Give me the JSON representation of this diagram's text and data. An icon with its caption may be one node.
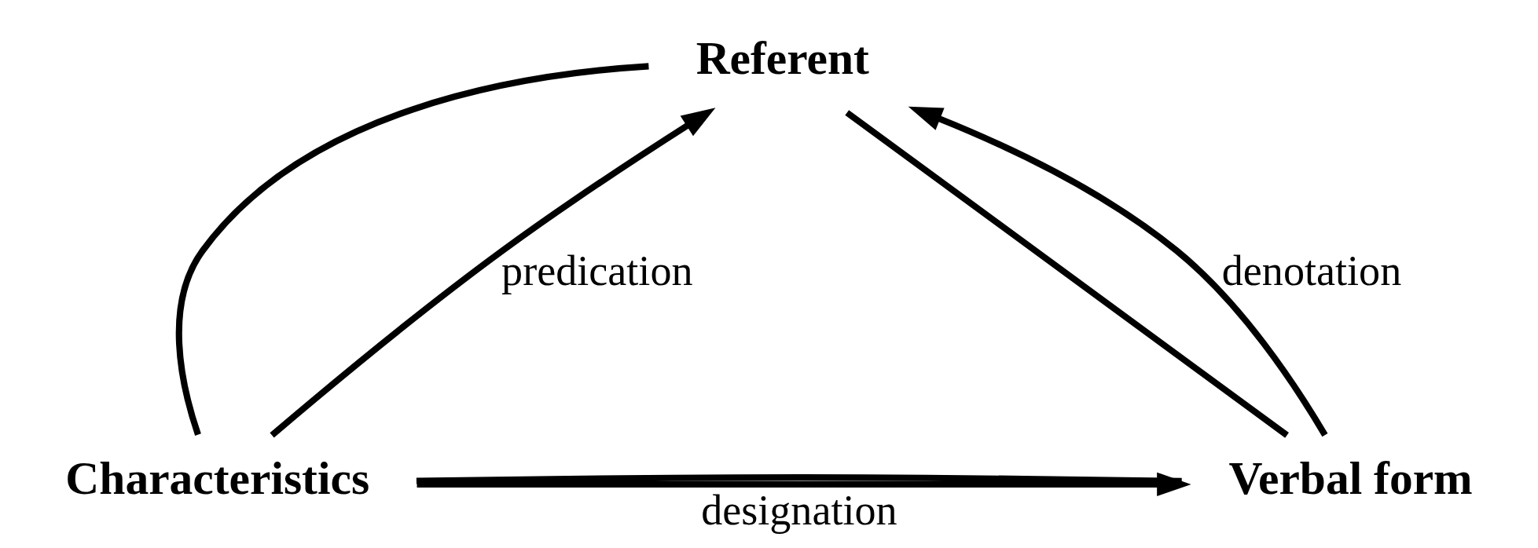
{
  "diagram": {
    "nodes": [
      {
        "text": [
          "Referent"
        ]
      },
      {
        "text": [
          "Characteristics"
        ]
      },
      {
        "text": [
          "Verbal form"
        ]
      }
    ],
    "edges": [
      {
        "from": 1,
        "to": 0,
        "arrow": "none"
      },
      {
        "from": 2,
        "to": 0,
        "arrow": "none"
      },
      {
        "from": 1,
        "to": 2,
        "arrow": "none"
      },
      {
        "from": 1,
        "to": 0,
        "arrow": "to",
        "label": "predication"
      },
      {
        "from": 2,
        "to": 0,
        "arrow": "to",
        "label": "denotation"
      },
      {
        "from": 1,
        "to": 2,
        "arrow": "to",
        "label": "designation"
      }
    ]
  }
}
